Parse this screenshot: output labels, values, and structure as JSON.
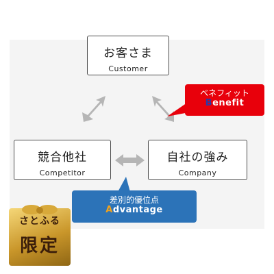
{
  "nodes": {
    "customer": {
      "main": "お客さま",
      "sub": "Customer"
    },
    "competitor": {
      "main": "競合他社",
      "sub": "Competitor"
    },
    "company": {
      "main": "自社の強み",
      "sub": "Company"
    }
  },
  "callouts": {
    "benefit": {
      "jp": "ベネフィット",
      "initial": "B",
      "rest": "enefit",
      "color": "#e8000b",
      "initial_color": "#2a3aa8"
    },
    "advantage": {
      "jp": "差別的優位点",
      "initial": "A",
      "rest": "dvantage",
      "color": "#2c73b8",
      "initial_color": "#f2a21b"
    }
  },
  "badge": {
    "line1": "さとふる",
    "line2": "限定"
  },
  "colors": {
    "arrow": "#b5b5b5",
    "box_border": "#4a4a4a"
  }
}
